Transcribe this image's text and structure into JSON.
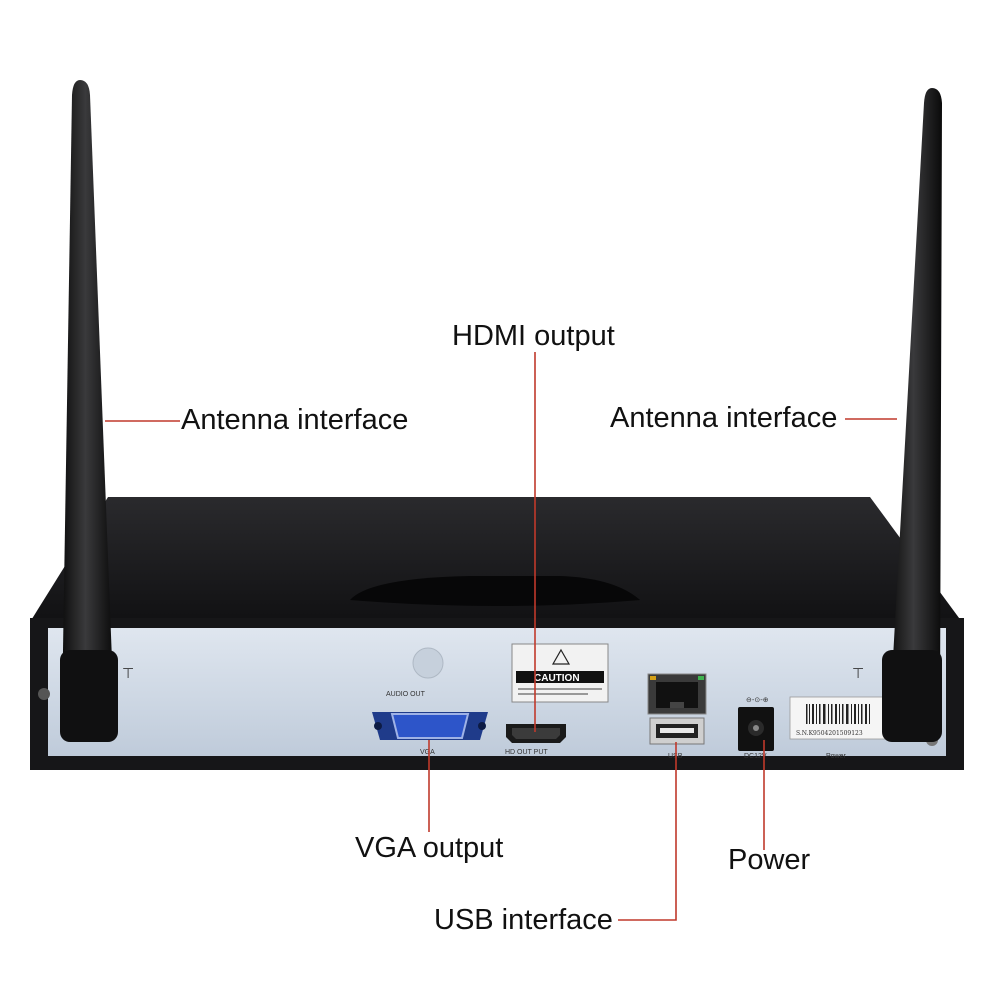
{
  "callouts": {
    "hdmi": "HDMI output",
    "antenna_left": "Antenna interface",
    "antenna_right": "Antenna interface",
    "vga": "VGA output",
    "power": "Power",
    "usb": "USB interface"
  },
  "panel_text": {
    "audio_out": "AUDIO OUT",
    "vga": "VGA",
    "hdmi": "HD OUT PUT",
    "usb": "USB",
    "dc": "DC12V",
    "power": "Power",
    "caution": "CAUTION",
    "serial": "S.N.K9504201509123"
  },
  "colors": {
    "leader_line": "#c0392b",
    "chassis": "#1c1c1e",
    "panel": "#cfd9e6"
  }
}
